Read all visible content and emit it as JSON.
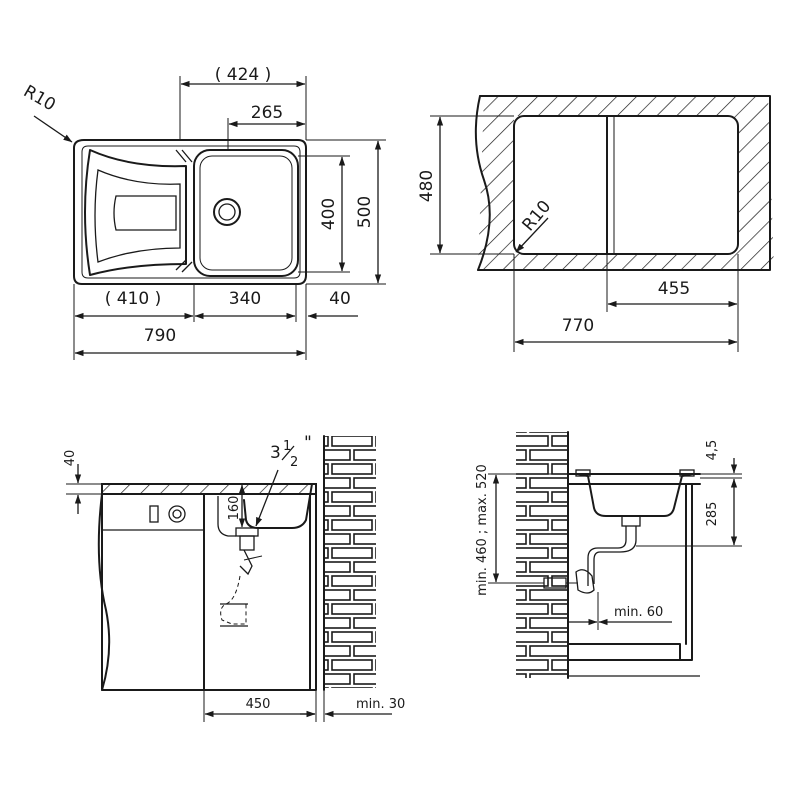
{
  "sink_top_view": {
    "corner_radius": "R10",
    "dim_overall_width": "790",
    "dim_drainer_width": "( 410 )",
    "dim_bowl_width": "340",
    "dim_side_margin": "40",
    "dim_bowl_outer": "( 424 )",
    "dim_bowl_inner": "265",
    "dim_bowl_depth": "400",
    "dim_overall_depth": "500"
  },
  "cutout_view": {
    "corner_radius": "R10",
    "dim_cutout_depth": "480",
    "dim_cutout_half": "455",
    "dim_cutout_width": "770"
  },
  "cabinet_front_view": {
    "dim_worktop": "40",
    "dim_drain_size": "3",
    "dim_drain_size_fraction_num": "1",
    "dim_drain_size_fraction_den": "2",
    "dim_drain_size_unit": "\"",
    "dim_drain_height": "160",
    "dim_cabinet_width": "450",
    "dim_wall_gap": "min. 30"
  },
  "cabinet_side_view": {
    "dim_rim": "4,5",
    "dim_bowl_depth": "285",
    "dim_outlet_height": "min. 460 ; max. 520",
    "dim_wall_gap": "min. 60"
  }
}
